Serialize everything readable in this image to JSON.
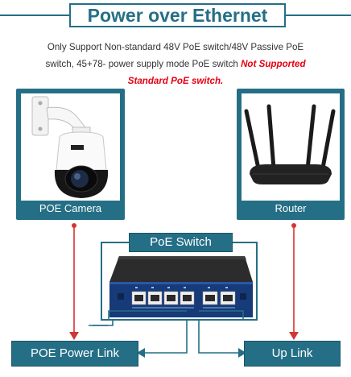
{
  "header": {
    "title": "Power over Ethernet",
    "line1": "Only Support Non-standard 48V PoE switch/48V Passive PoE",
    "line2_plain": "switch, 45+78- power supply mode PoE switch ",
    "line2_red": "Not Supported",
    "line3_red": "Standard PoE switch."
  },
  "panels": {
    "camera_label": "POE Camera",
    "router_label": "Router"
  },
  "switch": {
    "label": "PoE Switch"
  },
  "bottom": {
    "left_label": "POE Power Link",
    "right_label": "Up Link"
  },
  "colors": {
    "accent": "#256f86",
    "warning": "#e60012",
    "arrow": "#d33434"
  },
  "icons": [
    "camera-image",
    "router-image",
    "poe-switch-image"
  ]
}
